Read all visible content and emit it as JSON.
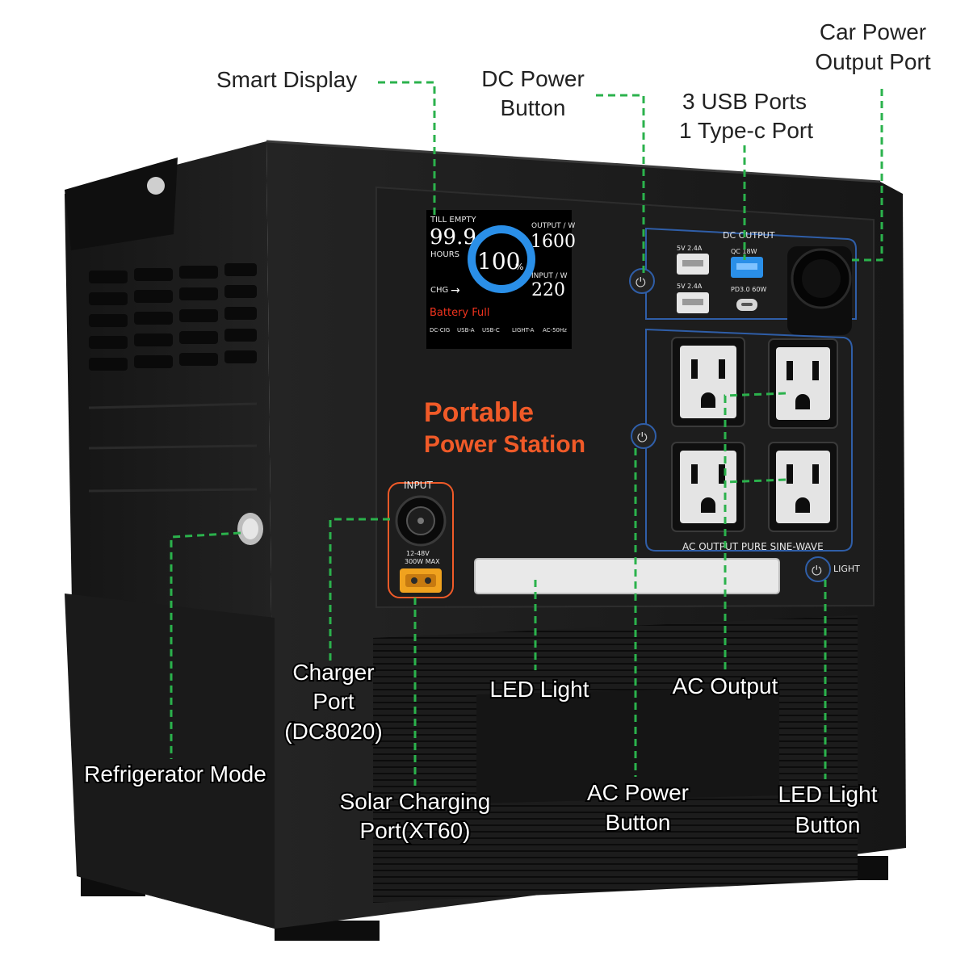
{
  "product": {
    "title_line1": "Portable",
    "title_line2": "Power Station",
    "accent_color": "#f05a28",
    "body_color": "#1a1a1a",
    "leader_color": "#2bb24c"
  },
  "display": {
    "till_empty_label": "TILL EMPTY",
    "hours_value": "99.9",
    "hours_label": "HOURS",
    "battery_percent": "100",
    "percent_sign": "%",
    "output_label": "OUTPUT / W",
    "output_value": "1600",
    "input_label": "INPUT / W",
    "input_value": "220",
    "chg_label": "CHG",
    "status_text": "Battery  Full",
    "bottom_labels": [
      "DC-CIG",
      "USB-A",
      "USB-C",
      "LIGHT-A",
      "AC-50Hz"
    ]
  },
  "panel": {
    "dc_output_label": "DC  OUTPUT",
    "usb_a_1_label": "5V  2.4A",
    "usb_a_2_label": "5V  2.4A",
    "qc_label": "QC  18W",
    "pd_label": "PD3.0  60W",
    "ac_output_label": "AC  OUTPUT  PURE  SINE-WAVE",
    "light_label": "LIGHT",
    "input_label": "INPUT",
    "input_spec_1": "12-48V",
    "input_spec_2": "300W  MAX"
  },
  "callouts": {
    "smart_display": "Smart Display",
    "dc_power_button_1": "DC Power",
    "dc_power_button_2": "Button",
    "usb_ports_1": "3 USB Ports",
    "usb_ports_2": "1 Type-c Port",
    "car_port_1": "Car Power",
    "car_port_2": "Output Port",
    "charger_port_1": "Charger",
    "charger_port_2": "Port",
    "charger_port_3": "(DC8020)",
    "led_light": "LED Light",
    "ac_output": "AC Output",
    "refrigerator_mode": "Refrigerator Mode",
    "solar_port_1": "Solar Charging",
    "solar_port_2": "Port(XT60)",
    "ac_power_button_1": "AC Power",
    "ac_power_button_2": "Button",
    "led_light_button_1": "LED Light",
    "led_light_button_2": "Button"
  }
}
